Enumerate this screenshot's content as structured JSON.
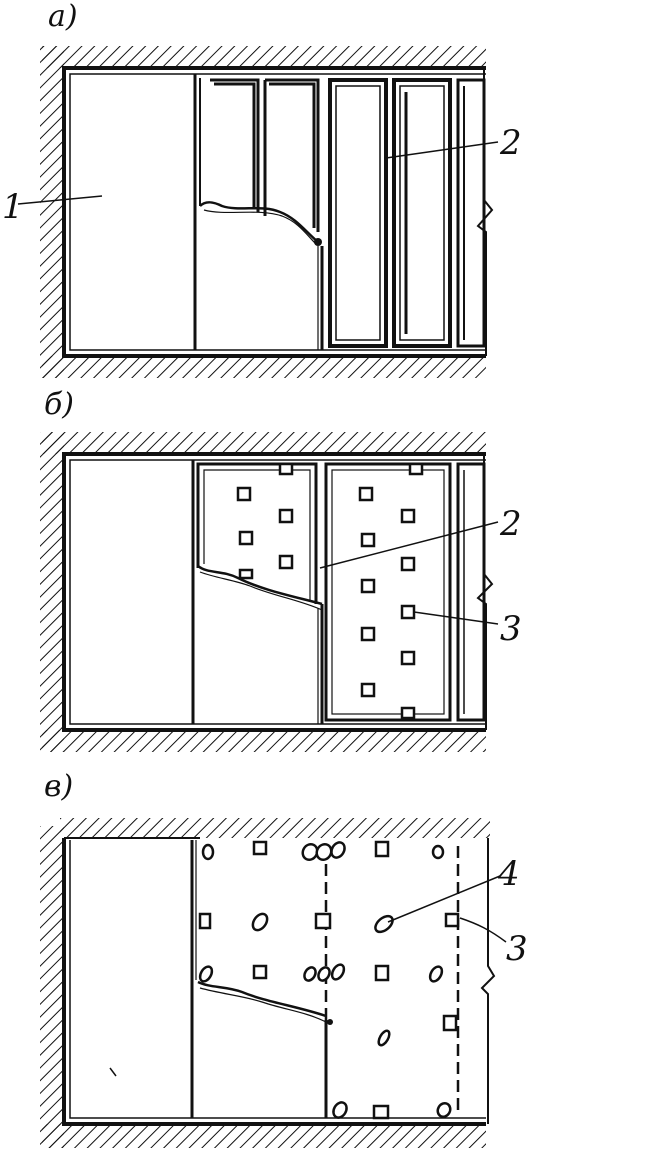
{
  "panels": [
    {
      "id": "a",
      "label": "а)"
    },
    {
      "id": "b",
      "label": "б)"
    },
    {
      "id": "c",
      "label": "в)"
    }
  ],
  "callouts": {
    "a_1": "1",
    "a_2": "2",
    "b_2": "2",
    "b_3": "3",
    "c_4": "4",
    "c_3": "3"
  },
  "colors": {
    "ink": "#111111",
    "background": "#ffffff"
  }
}
